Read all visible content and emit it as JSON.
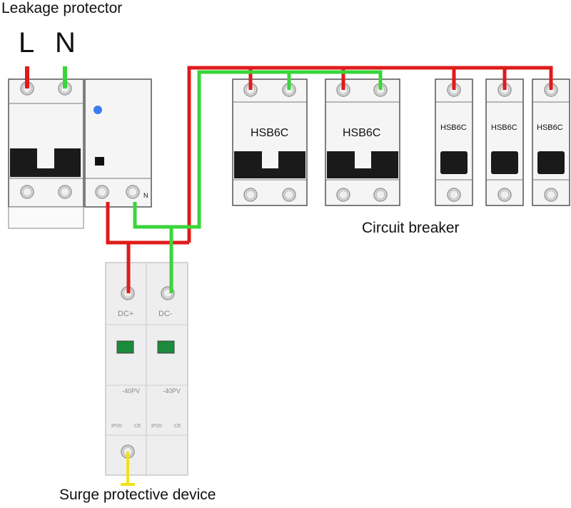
{
  "title": "Leakage protector",
  "terminals": {
    "l": "L",
    "n": "N",
    "n_small": "N"
  },
  "breakers": {
    "caption": "Circuit breaker",
    "labels": [
      "HSB6C",
      "HSB6C",
      "HSB6C",
      "HSB6C",
      "HSB6C"
    ]
  },
  "spd": {
    "caption": "Surge protective device",
    "plus": "DC+",
    "minus": "DC-",
    "model": "-40PV",
    "ip": "IP20",
    "ce": "CE"
  },
  "colors": {
    "line": "#e01b1b",
    "neutral": "#3ad53a",
    "ground": "#f2e21a"
  }
}
